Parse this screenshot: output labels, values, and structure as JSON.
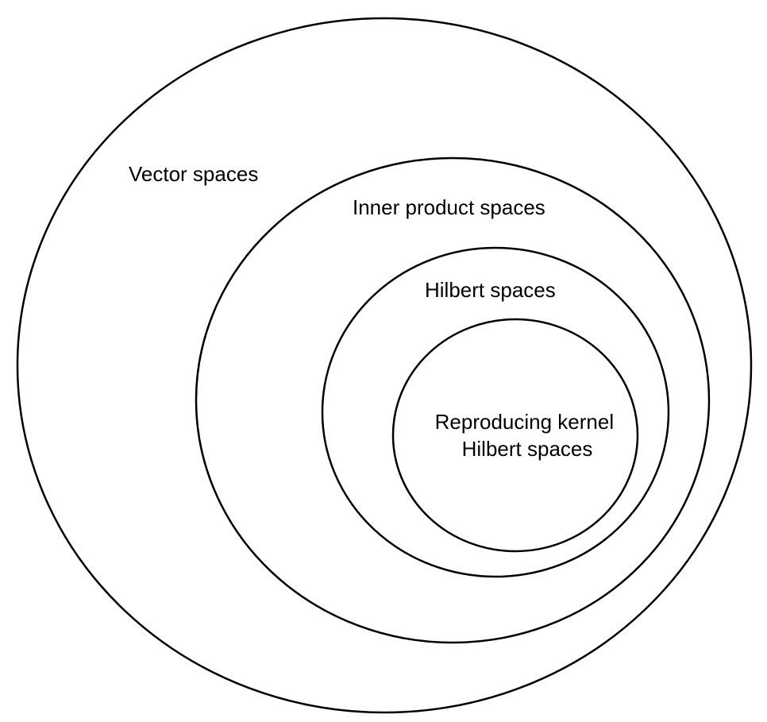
{
  "diagram": {
    "type": "nested-sets",
    "stroke_color": "#000000",
    "background_color": "#ffffff",
    "sets": [
      {
        "id": "vector",
        "label_lines": [
          "Vector spaces"
        ]
      },
      {
        "id": "inner-product",
        "label_lines": [
          "Inner product spaces"
        ]
      },
      {
        "id": "hilbert",
        "label_lines": [
          "Hilbert spaces"
        ]
      },
      {
        "id": "rkhs",
        "label_lines": [
          "Reproducing kernel",
          "Hilbert spaces"
        ]
      }
    ]
  }
}
